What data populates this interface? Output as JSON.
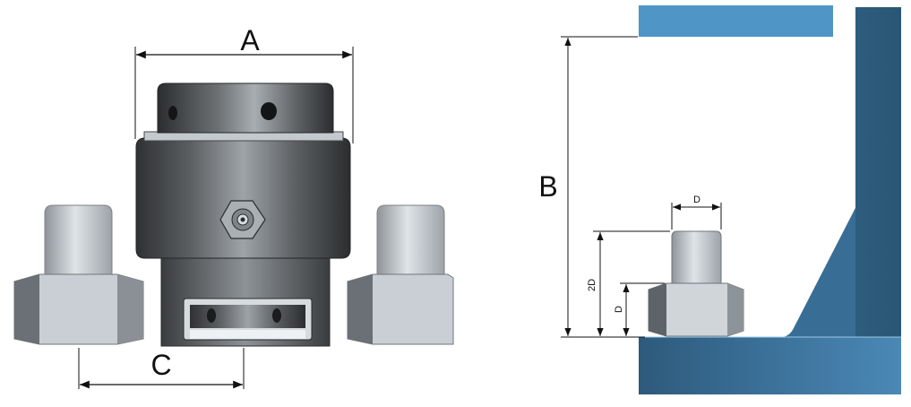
{
  "labels": {
    "a": "A",
    "b": "B",
    "c": "C",
    "d_top": "D",
    "two_d": "2D",
    "d_side": "D"
  },
  "colors": {
    "plate_blue": "#4f96c6",
    "wall_dark": "#2c5a7d",
    "wall_mid": "#3a7099",
    "steel_dark": "#4a4d50",
    "steel_light": "#d9dee2",
    "nut_light": "#cfd5d9"
  }
}
